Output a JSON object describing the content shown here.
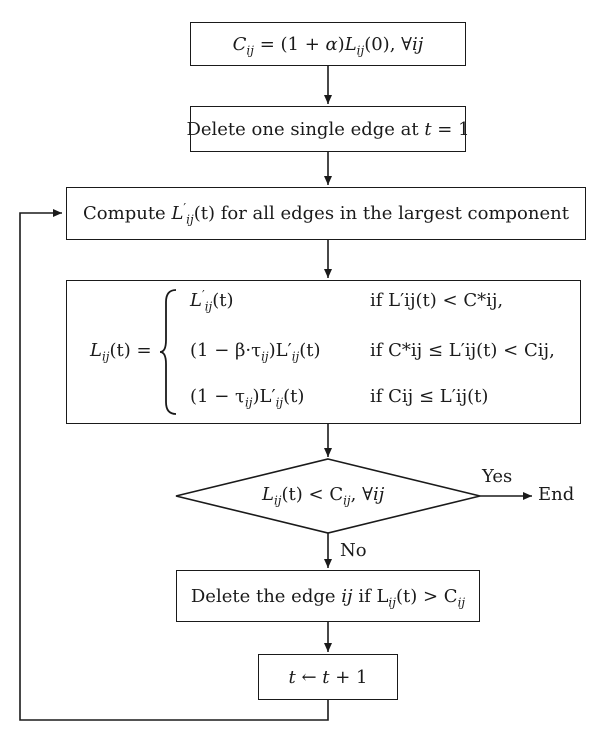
{
  "nodes": {
    "init": {
      "sym": "C",
      "sub": "ij",
      "eq": " = (1 + ",
      "alpha": "α",
      "mid": ")",
      "L": "L",
      "Lsub": "ij",
      "arg": "(0), ∀",
      "ij": "ij"
    },
    "delete_single": {
      "pre": "Delete one single edge at ",
      "t": "t",
      "post": " = 1"
    },
    "compute": {
      "pre": "Compute ",
      "L": "L",
      "prime": "′",
      "sub": "ij",
      "arg": "(t)",
      "post": " for all edges in the largest component"
    },
    "update": {
      "lhs": {
        "L": "L",
        "sub": "ij",
        "arg": "(t) ="
      },
      "cases": [
        {
          "expr_a": "L",
          "expr_prime": "′",
          "expr_sub": "ij",
          "expr_arg": "(t)",
          "cond": "if L′ij(t) < C*ij,"
        },
        {
          "expr_a": "(1 − β·τ",
          "expr_sub": "ij",
          "expr_b": ")L′",
          "expr_sub2": "ij",
          "expr_arg": "(t)",
          "cond": "if C*ij ≤ L′ij(t) < Cij,"
        },
        {
          "expr_a": "(1 − τ",
          "expr_sub": "ij",
          "expr_b": ")L′",
          "expr_sub2": "ij",
          "expr_arg": "(t)",
          "cond": "if Cij ≤ L′ij(t)"
        }
      ]
    },
    "decision": {
      "L": "L",
      "sub": "ij",
      "mid": "(t) < C",
      "csub": "ij",
      "end": ", ∀",
      "ij": "ij"
    },
    "delete_edge": {
      "pre": "Delete the edge ",
      "ij": "ij",
      "mid": " if L",
      "sub": "ij",
      "arg": "(t) > C",
      "csub": "ij"
    },
    "increment": {
      "t": "t",
      "arrow": " ← ",
      "t2": "t",
      "post": " + 1"
    }
  },
  "labels": {
    "yes": "Yes",
    "no": "No",
    "end": "End"
  }
}
